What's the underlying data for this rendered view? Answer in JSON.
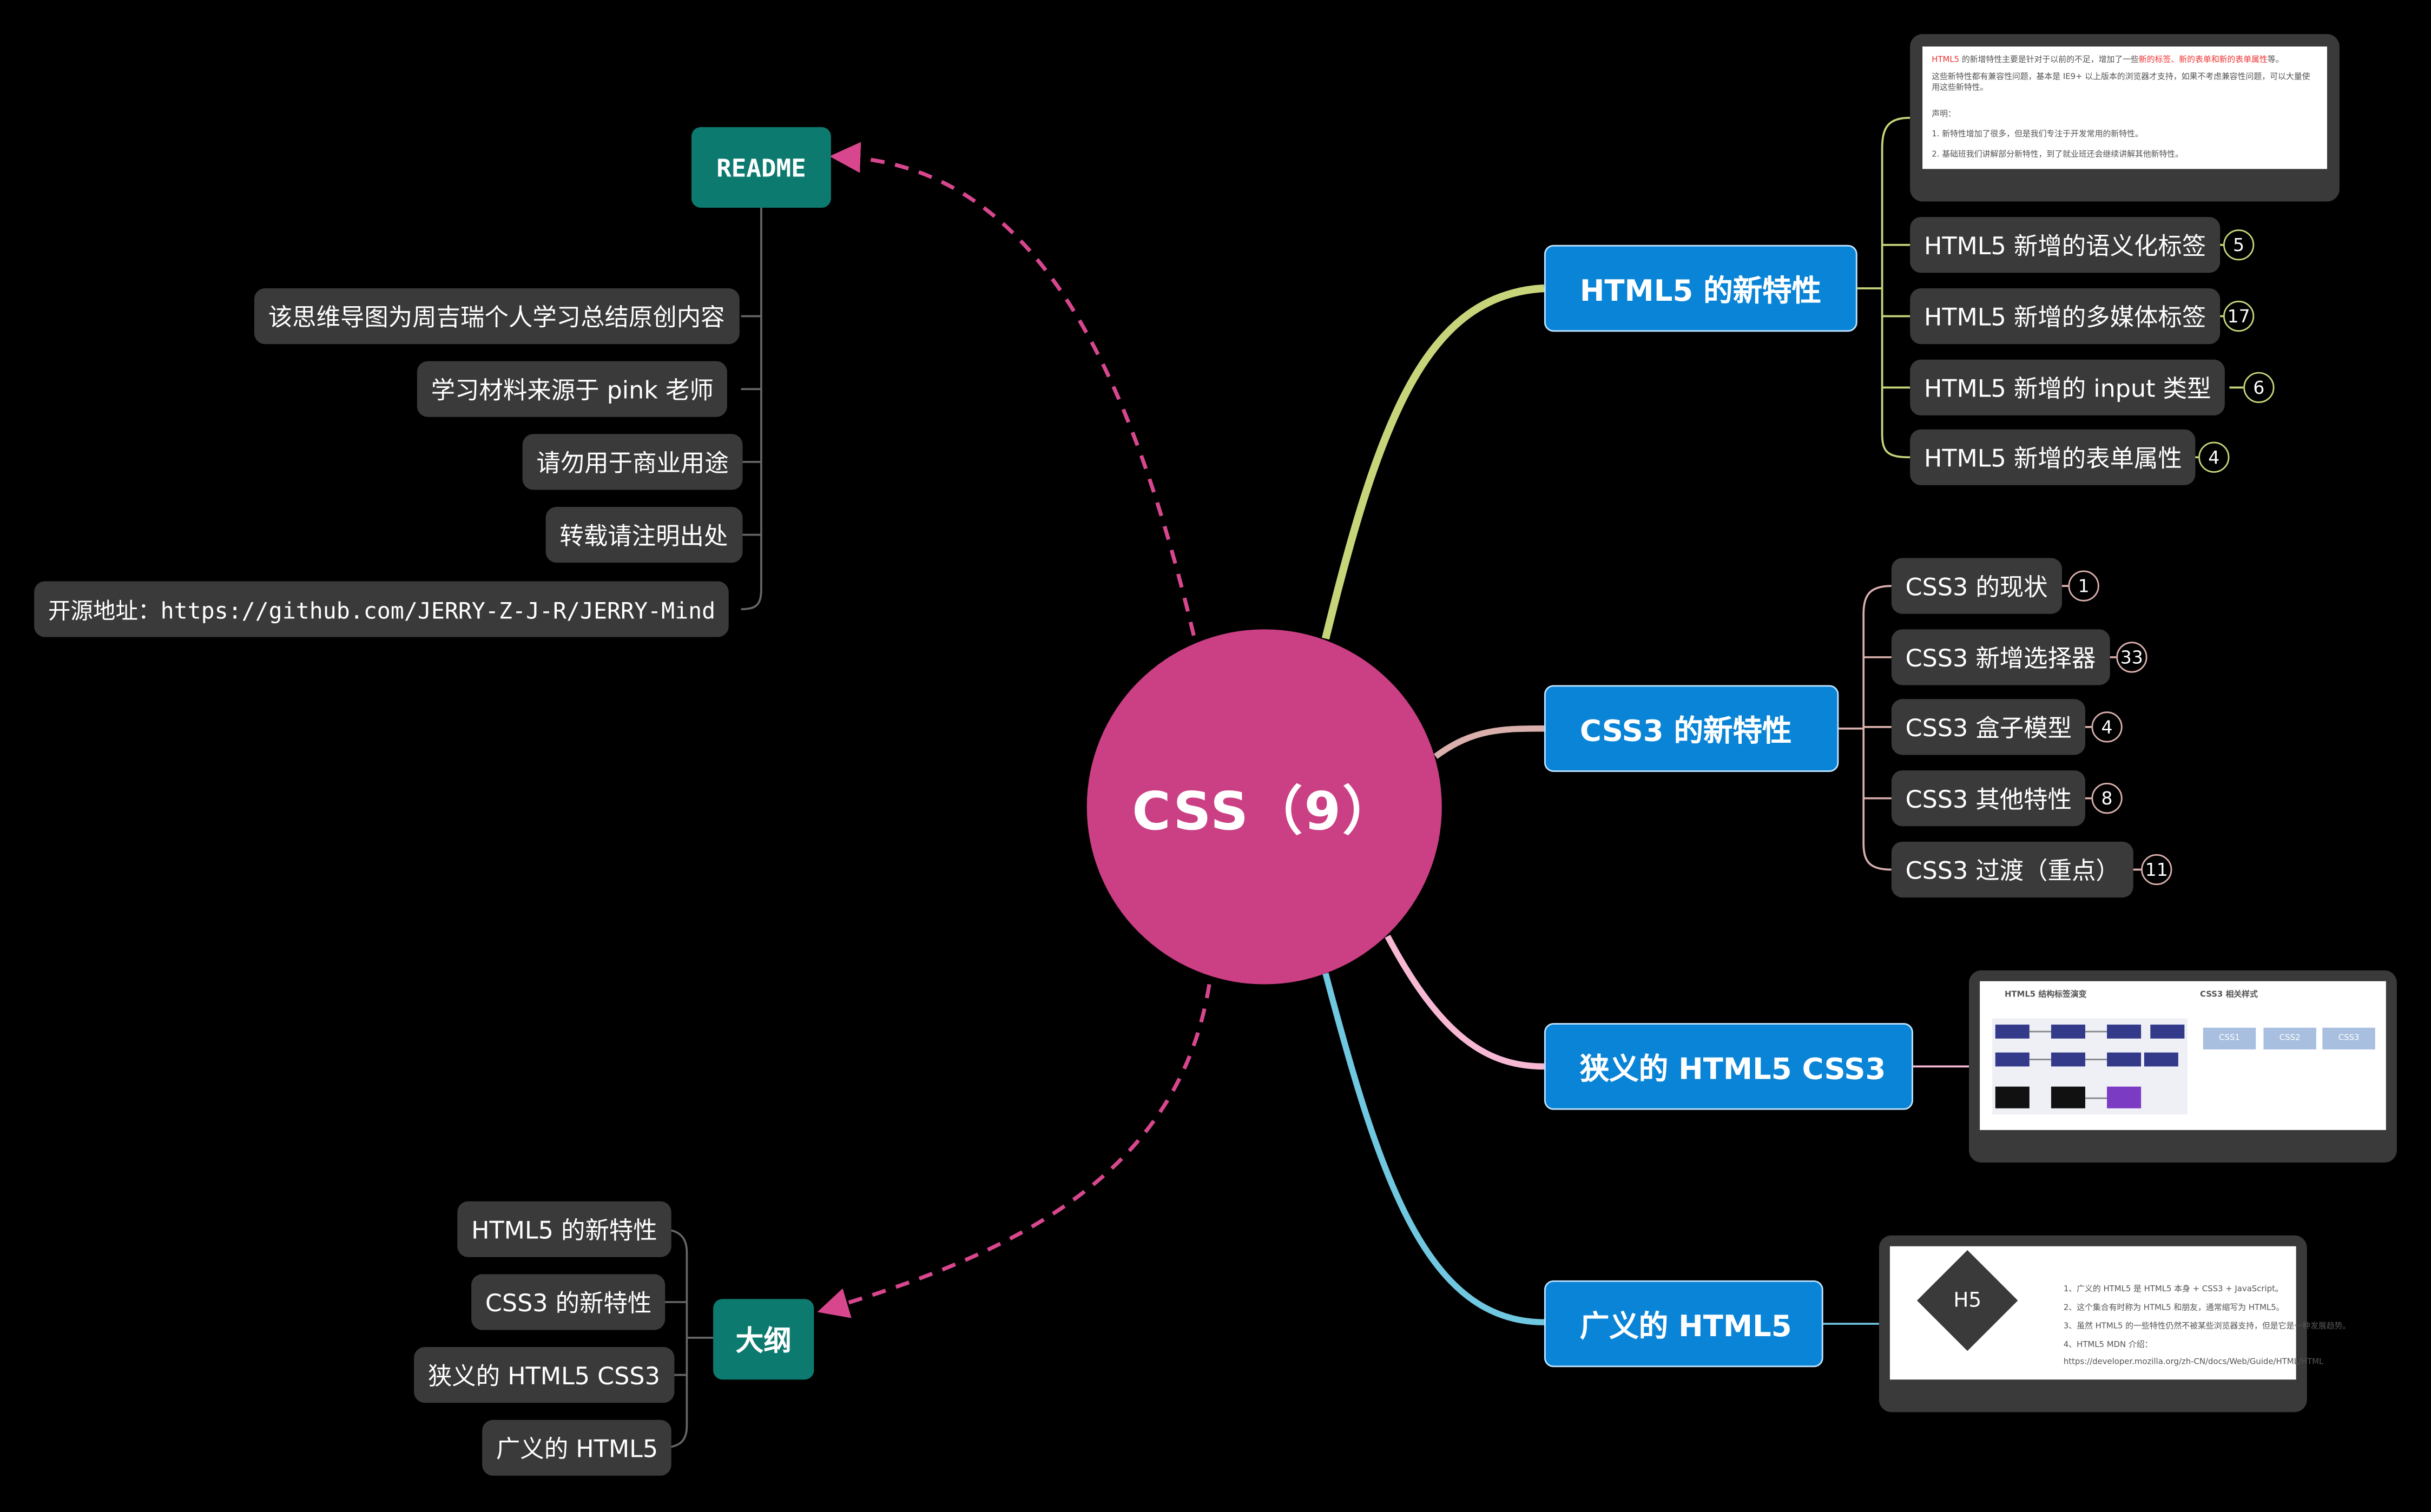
{
  "central_topic": "CSS（9）",
  "readme": {
    "label": "README",
    "items": [
      "该思维导图为周吉瑞个人学习总结原创内容",
      "学习材料来源于 pink 老师",
      "请勿用于商业用途",
      "转载请注明出处",
      "开源地址：https://github.com/JERRY-Z-J-R/JERRY-Mind"
    ]
  },
  "outline": {
    "label": "大纲",
    "items": [
      "HTML5 的新特性",
      "CSS3 的新特性",
      "狭义的 HTML5 CSS3",
      "广义的 HTML5"
    ]
  },
  "branches": {
    "html5": {
      "label": "HTML5 的新特性",
      "children": [
        {
          "label": "HTML5 新增的语义化标签",
          "count": "5"
        },
        {
          "label": "HTML5 新增的多媒体标签",
          "count": "17"
        },
        {
          "label": "HTML5 新增的 input 类型",
          "count": "6"
        },
        {
          "label": "HTML5 新增的表单属性",
          "count": "4"
        }
      ],
      "note": {
        "line1_a": "HTML5",
        "line1_b": " 的新增特性主要是针对于以前的不足，增加了一些",
        "line1_c": "新的标签、新的表单和新的表单属性",
        "line1_d": "等。",
        "line2": "这些新特性都有兼容性问题，基本是 IE9+ 以上版本的浏览器才支持，如果不考虑兼容性问题，可以大量使用这些新特性。",
        "line3": "声明：",
        "line4": "1. 新特性增加了很多，但是我们专注于开发常用的新特性。",
        "line5": "2. 基础班我们讲解部分新特性，到了就业班还会继续讲解其他新特性。"
      }
    },
    "css3": {
      "label": "CSS3 的新特性",
      "children": [
        {
          "label": "CSS3 的现状",
          "count": "1"
        },
        {
          "label": "CSS3 新增选择器",
          "count": "33"
        },
        {
          "label": "CSS3 盒子模型",
          "count": "4"
        },
        {
          "label": "CSS3 其他特性",
          "count": "8"
        },
        {
          "label": "CSS3 过渡（重点）",
          "count": "11"
        }
      ]
    },
    "narrow": {
      "label": "狭义的 HTML5 CSS3",
      "image": {
        "title_left": "HTML5 结构标签演变",
        "title_right": "CSS3 相关样式",
        "css_boxes": [
          "CSS1",
          "CSS2",
          "CSS3"
        ]
      }
    },
    "broad": {
      "label": "广义的 HTML5",
      "image": {
        "logo": "H5",
        "lines": [
          "1、广义的 HTML5 是 HTML5 本身 + CSS3 + JavaScript。",
          "2、这个集合有时称为 HTML5 和朋友，通常缩写为 HTML5。",
          "3、虽然 HTML5 的一些特性仍然不被某些浏览器支持，但是它是一种发展趋势。",
          "4、HTML5 MDN 介绍：",
          "https://developer.mozilla.org/zh-CN/docs/Web/Guide/HTML/HTML"
        ]
      }
    }
  },
  "colors": {
    "center": "#cb3f84",
    "main_node": "#0a84d6",
    "teal_node": "#0d7a6f",
    "sub_node": "#3a3a3a",
    "html5_link": "#c8d47a",
    "css3_link": "#d9b0ac",
    "narrow_link": "#f7b8d4",
    "broad_link": "#6fc7e0",
    "dashed_link": "#d8478e"
  }
}
